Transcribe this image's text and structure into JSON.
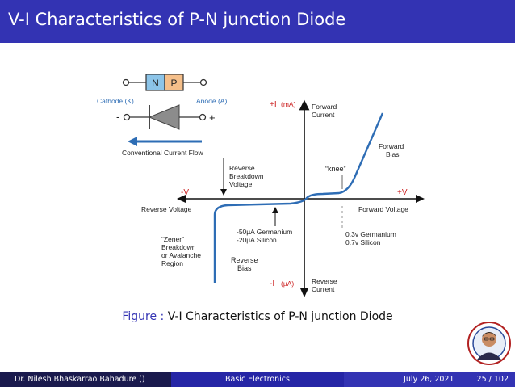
{
  "slide": {
    "title": "V-I Characteristics of P-N junction Diode",
    "caption_label": "Figure :",
    "caption_text": "V-I Characteristics of P-N junction Diode"
  },
  "diagram": {
    "symbol": {
      "n_label": "N",
      "p_label": "P",
      "cathode_label": "Cathode (K)",
      "anode_label": "Anode (A)",
      "minus_sign": "-",
      "plus_sign": "+",
      "flow_label": "Conventional Current Flow",
      "n_color": "#8cc4e8",
      "p_color": "#f5bf8a"
    },
    "axes": {
      "plus_i": "+I",
      "plus_i_unit": "(mA)",
      "minus_i": "-I",
      "minus_i_unit": "(µA)",
      "plus_v": "+V",
      "minus_v": "-V",
      "forward_current_1": "Forward",
      "forward_current_2": "Current",
      "reverse_current_1": "Reverse",
      "reverse_current_2": "Current",
      "reverse_voltage": "Reverse Voltage",
      "forward_voltage": "Forward Voltage"
    },
    "annotations": {
      "breakdown_1": "Reverse",
      "breakdown_2": "Breakdown",
      "breakdown_3": "Voltage",
      "knee": "“knee”",
      "forward_bias_1": "Forward",
      "forward_bias_2": "Bias",
      "reverse_bias_1": "Reverse",
      "reverse_bias_2": "Bias",
      "leak_ge": "-50µA Germanium",
      "leak_si": "-20µA Silicon",
      "threshold_ge": "0.3v Germanium",
      "threshold_si": "0.7v Silicon",
      "zener_1": "“Zener”",
      "zener_2": "Breakdown",
      "zener_3": "or Avalanche",
      "zener_4": "Region"
    },
    "curve_color": "#2e6db5",
    "accent_red": "#cc2222"
  },
  "footer": {
    "author": "Dr. Nilesh Bhaskarrao Bahadure ()",
    "course": "Basic Electronics",
    "date": "July 26, 2021",
    "page": "25 / 102"
  },
  "colors": {
    "title_bar": "#3333b3",
    "footer_dark": "#1a1a4d",
    "footer_mid": "#2626a6",
    "footer_light": "#3333b3"
  }
}
